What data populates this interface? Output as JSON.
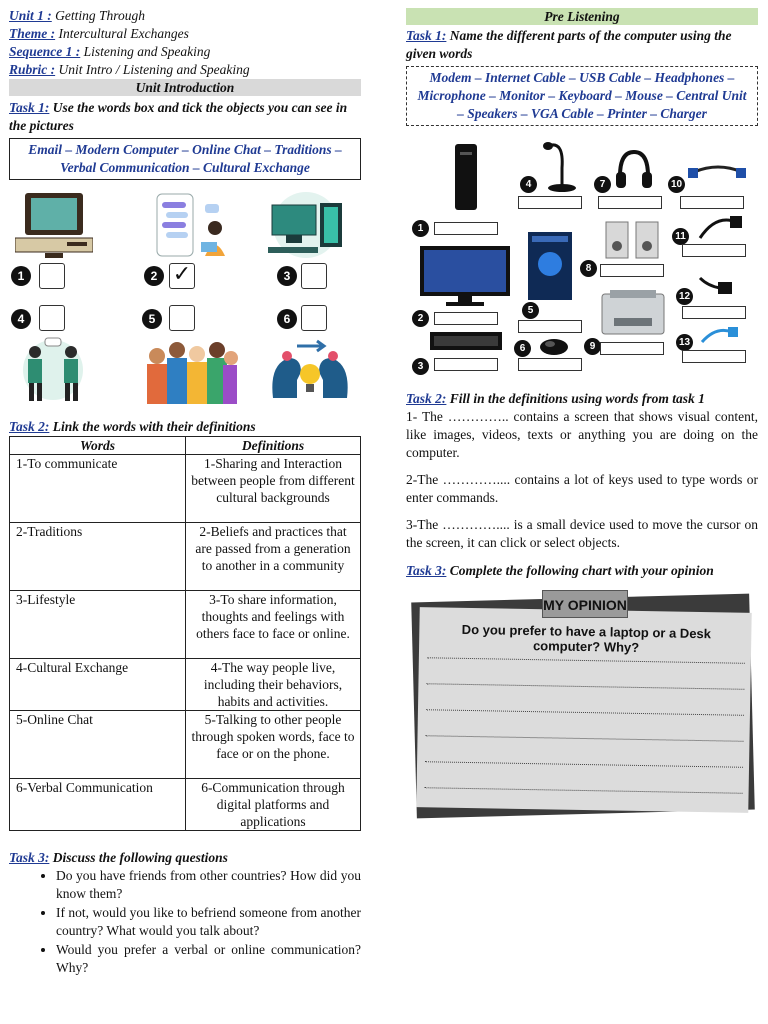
{
  "header": {
    "unit_key": "Unit 1 :",
    "unit_val": "Getting Through",
    "theme_key": "Theme :",
    "theme_val": "Intercultural Exchanges",
    "sequence_key": "Sequence 1 :",
    "sequence_val": "Listening and Speaking",
    "rubric_key": "Rubric :",
    "rubric_val": "Unit Intro / Listening and Speaking",
    "section_bar": "Unit Introduction"
  },
  "left_task1": {
    "label": "Task 1:",
    "text": "Use the words box and tick the objects you can see in the pictures",
    "words": "Email – Modern Computer – Online Chat – Traditions – Verbal Communication – Cultural Exchange",
    "checks": [
      "1",
      "2",
      "3",
      "4",
      "5",
      "6"
    ],
    "checked_mark": "✓"
  },
  "left_task2": {
    "label": "Task 2:",
    "text": "Link the words with their definitions",
    "col_words": "Words",
    "col_defs": "Definitions",
    "rows": [
      {
        "word": "1-To communicate",
        "def": "1-Sharing and Interaction between people from different cultural backgrounds"
      },
      {
        "word": "2-Traditions",
        "def": "2-Beliefs and practices that are passed from a generation to another in a community"
      },
      {
        "word": "3-Lifestyle",
        "def": "3-To share information, thoughts and feelings with others face to face or online."
      },
      {
        "word": "4-Cultural Exchange",
        "def": "4-The way people live, including their behaviors, habits and activities."
      },
      {
        "word": "5-Online Chat",
        "def": "5-Talking to other people through spoken words, face to face or on the phone."
      },
      {
        "word": "6-Verbal Communication",
        "def": "6-Communication through digital platforms and applications"
      }
    ]
  },
  "left_task3": {
    "label": "Task 3:",
    "text": "Discuss the following questions",
    "questions": [
      "Do you have friends from other countries? How did you know them?",
      "If not, would you like to befriend someone from another country? What would you talk about?",
      "Would you prefer a verbal or online communication? Why?"
    ]
  },
  "right": {
    "section_bar": "Pre Listening",
    "task1_label": "Task 1:",
    "task1_text": "Name the different parts of the computer using the given words",
    "words": "Modem – Internet Cable – USB Cable – Headphones – Microphone – Monitor – Keyboard – Mouse – Central Unit – Speakers – VGA Cable – Printer – Charger",
    "device_numbers": [
      "1",
      "2",
      "3",
      "4",
      "5",
      "6",
      "7",
      "8",
      "9",
      "10",
      "11",
      "12",
      "13"
    ],
    "task2_label": "Task 2:",
    "task2_text": "Fill in the definitions using words from task 1",
    "defs": [
      "1- The ………….. contains a screen that shows visual content, like images, videos, texts or anything you are doing on the computer.",
      "2-The ………….... contains a lot of keys used to type words or enter commands.",
      "3-The ………….... is a small device used to move the cursor on the screen, it can click or select objects."
    ],
    "task3_label": "Task 3:",
    "task3_text": "Complete the following chart with your opinion",
    "opinion_title": "MY OPINION",
    "opinion_question": "Do you prefer to have a laptop or a Desk computer? Why?"
  },
  "colors": {
    "link_blue": "#1f3a93",
    "bar_grey": "#d9d9d9",
    "bar_green": "#c9e2b3"
  }
}
